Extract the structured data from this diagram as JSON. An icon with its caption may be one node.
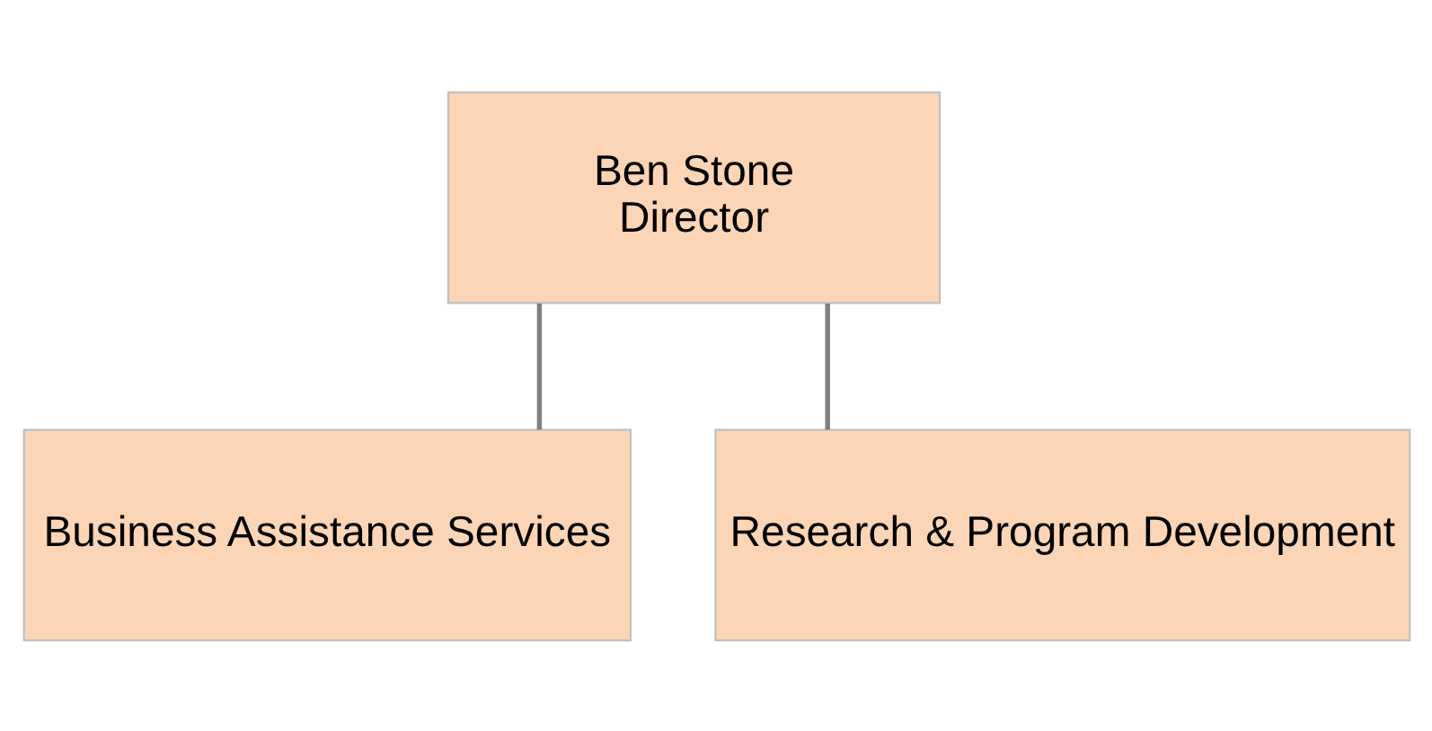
{
  "diagram": {
    "nodes": [
      {
        "text": [
          "Ben Stone",
          "Director"
        ]
      },
      {
        "text": [
          "Business Assistance Services"
        ]
      },
      {
        "text": [
          "Research & Program Development"
        ]
      }
    ],
    "edges": [
      {
        "from": 0,
        "to": 1,
        "arrow": "none"
      },
      {
        "from": 0,
        "to": 2,
        "arrow": "none"
      }
    ]
  }
}
